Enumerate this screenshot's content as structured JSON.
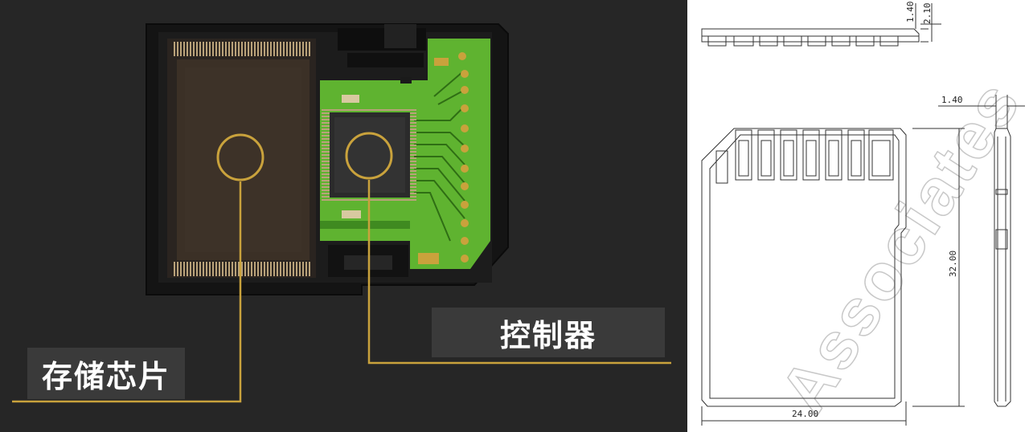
{
  "photo": {
    "labels": {
      "storage_chip": "存储芯片",
      "controller": "控制器"
    },
    "colors": {
      "background": "#262626",
      "pcb_green": "#5fb330",
      "gold": "#c9a23c",
      "chip_body": "#3b3026",
      "label_box": "#3a3a3a"
    }
  },
  "drawing": {
    "dimensions": {
      "side_thickness": "1.40",
      "side_total": "2.10",
      "edge_width": "1.40",
      "height": "32.00",
      "width": "24.00"
    },
    "watermark": "Associates"
  }
}
